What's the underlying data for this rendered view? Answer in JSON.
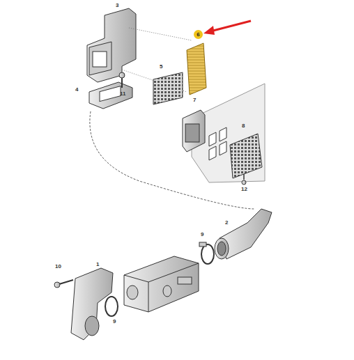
{
  "diagram": {
    "nodes": [
      {
        "text": [
          "6"
        ]
      }
    ],
    "labels": [
      "3",
      "4",
      "11",
      "5",
      "7",
      "8",
      "12",
      "2",
      "9",
      "10",
      "1",
      "9"
    ]
  }
}
